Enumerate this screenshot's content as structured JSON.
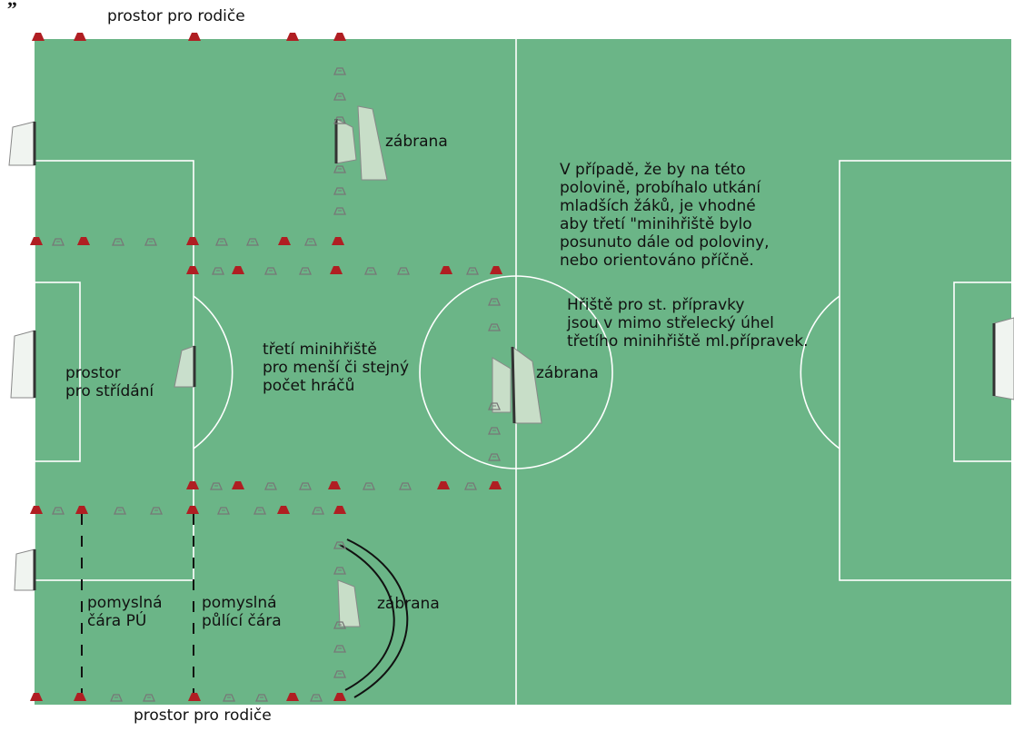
{
  "colors": {
    "pitch": "#6bb587",
    "line": "#ffffff",
    "cone_red": "#b01e22",
    "cone_grey": "#bdbdbd",
    "net_fill": "#f0f4f0",
    "net_edge": "#333333",
    "divider": "#111111"
  },
  "header": {
    "cut_text": "„"
  },
  "labels": {
    "top_parents": "prostor pro rodiče",
    "bottom_parents": "prostor pro rodiče",
    "barrier_top": "zábrana",
    "barrier_middle": "zábrana",
    "barrier_bottom": "zábrana",
    "subs_area": "prostor\npro střídání",
    "third_field": "třetí minihřiště\npro menší či stejný\npočet hráčů",
    "note_1": "V případě, že by na této\npolovině, probíhalo utkání\nmladších žáků, je vhodné\naby třetí \"minihřiště bylo\nposunuto dále od poloviny,\nnebo orientováno příčně.",
    "note_2": "Hřiště pro st. přípravky\njsou v mimo střelecký úhel\ntřetího minihřiště ml.přípravek.",
    "imag_pu": "pomyslná\nčára PÚ",
    "imag_half": "pomyslná\npůlící čára"
  },
  "icons": [
    "red-cone-icon",
    "grey-cone-icon",
    "goal-net-icon",
    "barrier-icon"
  ]
}
